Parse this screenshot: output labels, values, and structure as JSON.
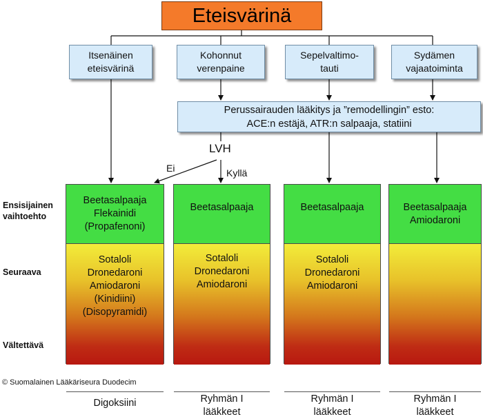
{
  "title": "Eteisvärinä",
  "categories": [
    {
      "line1": "Itsenäinen",
      "line2": "eteisvärinä"
    },
    {
      "line1": "Kohonnut",
      "line2": "verenpaine"
    },
    {
      "line1": "Sepelvaltimo-",
      "line2": "tauti"
    },
    {
      "line1": "Sydämen",
      "line2": "vajaatoiminta"
    }
  ],
  "shared_box": {
    "line1": "Perussairauden lääkitys ja ”remodellingin” esto:",
    "line2": "ACE:n estäjä, ATR:n salpaaja, statiini"
  },
  "lvh": {
    "label": "LVH",
    "no": "Ei",
    "yes": "Kyllä"
  },
  "row_labels": {
    "first_line1": "Ensisijainen",
    "first_line2": "vaihtoehto",
    "next": "Seuraava",
    "avoid": "Vältettävä"
  },
  "columns": [
    {
      "first": [
        "Beetasalpaaja",
        "Flekainidi",
        "(Propafenoni)"
      ],
      "next": [
        "Sotaloli",
        "Dronedaroni",
        "Amiodaroni",
        "(Kinidiini)",
        "(Disopyramidi)"
      ],
      "avoid": [
        "Digoksiini"
      ]
    },
    {
      "first": [
        "Beetasalpaaja"
      ],
      "next": [
        "Sotaloli",
        "Dronedaroni",
        "Amiodaroni"
      ],
      "avoid": [
        "Ryhmän I",
        "lääkkeet"
      ]
    },
    {
      "first": [
        "Beetasalpaaja"
      ],
      "next": [
        "Sotaloli",
        "Dronedaroni",
        "Amiodaroni"
      ],
      "avoid": [
        "Ryhmän I",
        "lääkkeet"
      ]
    },
    {
      "first": [
        "Beetasalpaaja",
        "Amiodaroni"
      ],
      "next": [],
      "avoid": [
        "Ryhmän I",
        "lääkkeet"
      ]
    }
  ],
  "footer": "© Suomalainen Lääkäriseura Duodecim",
  "colors": {
    "title_bg": "#f47a2a",
    "category_bg": "#d7ebfa",
    "first_choice": "#44dd44",
    "gradient_top": "#f2ec3a",
    "gradient_bottom": "#b81810"
  }
}
